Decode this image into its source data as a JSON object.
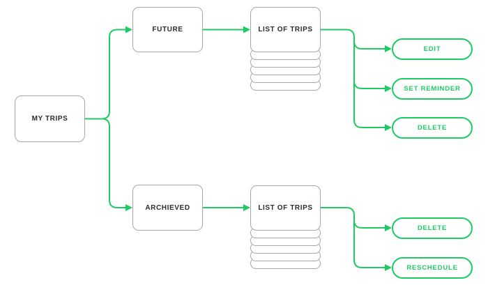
{
  "colors": {
    "accent_green": "#1ecb63",
    "node_border": "#a6a6a6",
    "node_text": "#2b2b2b",
    "background": "#ffffff"
  },
  "nodes": {
    "my_trips": {
      "label": "MY TRIPS"
    },
    "future": {
      "label": "FUTURE"
    },
    "archived": {
      "label": "ARCHIEVED"
    },
    "future_list": {
      "label": "LIST OF TRIPS"
    },
    "archived_list": {
      "label": "LIST OF TRIPS"
    }
  },
  "future_actions": [
    {
      "label": "EDIT"
    },
    {
      "label": "SET REMINDER"
    },
    {
      "label": "DELETE"
    }
  ],
  "archived_actions": [
    {
      "label": "DELETE"
    },
    {
      "label": "RESCHEDULE"
    }
  ]
}
